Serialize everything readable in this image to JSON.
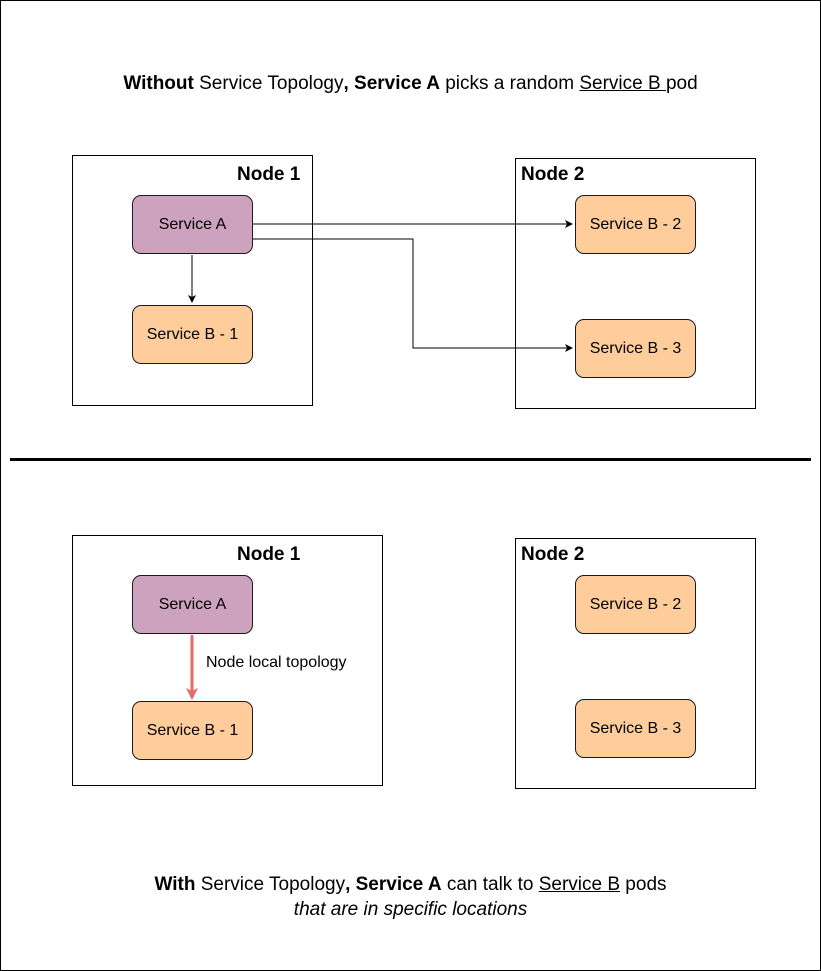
{
  "top_caption": {
    "part1_bold": "Without",
    "part2": " Service Topology",
    "part3_bold": ", Service A",
    "part4": " picks a random ",
    "part5_underline": "Service B ",
    "part6": " pod"
  },
  "bottom_caption": {
    "part1_bold": "With",
    "part2": " Service Topology",
    "part3_bold": ", Service A",
    "part4": " can talk to ",
    "part5_underline": "Service B",
    "part6": " pods",
    "line2_italic": "that are in specific locations"
  },
  "top": {
    "node1": {
      "title": "Node 1",
      "service_a": "Service A",
      "service_b1": "Service B - 1"
    },
    "node2": {
      "title": "Node 2",
      "service_b2": "Service B - 2",
      "service_b3": "Service B - 3"
    }
  },
  "bottom": {
    "node1": {
      "title": "Node 1",
      "service_a": "Service A",
      "service_b1": "Service B - 1"
    },
    "node2": {
      "title": "Node 2",
      "service_b2": "Service B - 2",
      "service_b3": "Service B - 3"
    },
    "edge_label": "Node local topology"
  },
  "colors": {
    "service_a_fill": "#cda2be",
    "service_b_fill": "#ffcd9c",
    "local_edge": "#ea6b66"
  }
}
